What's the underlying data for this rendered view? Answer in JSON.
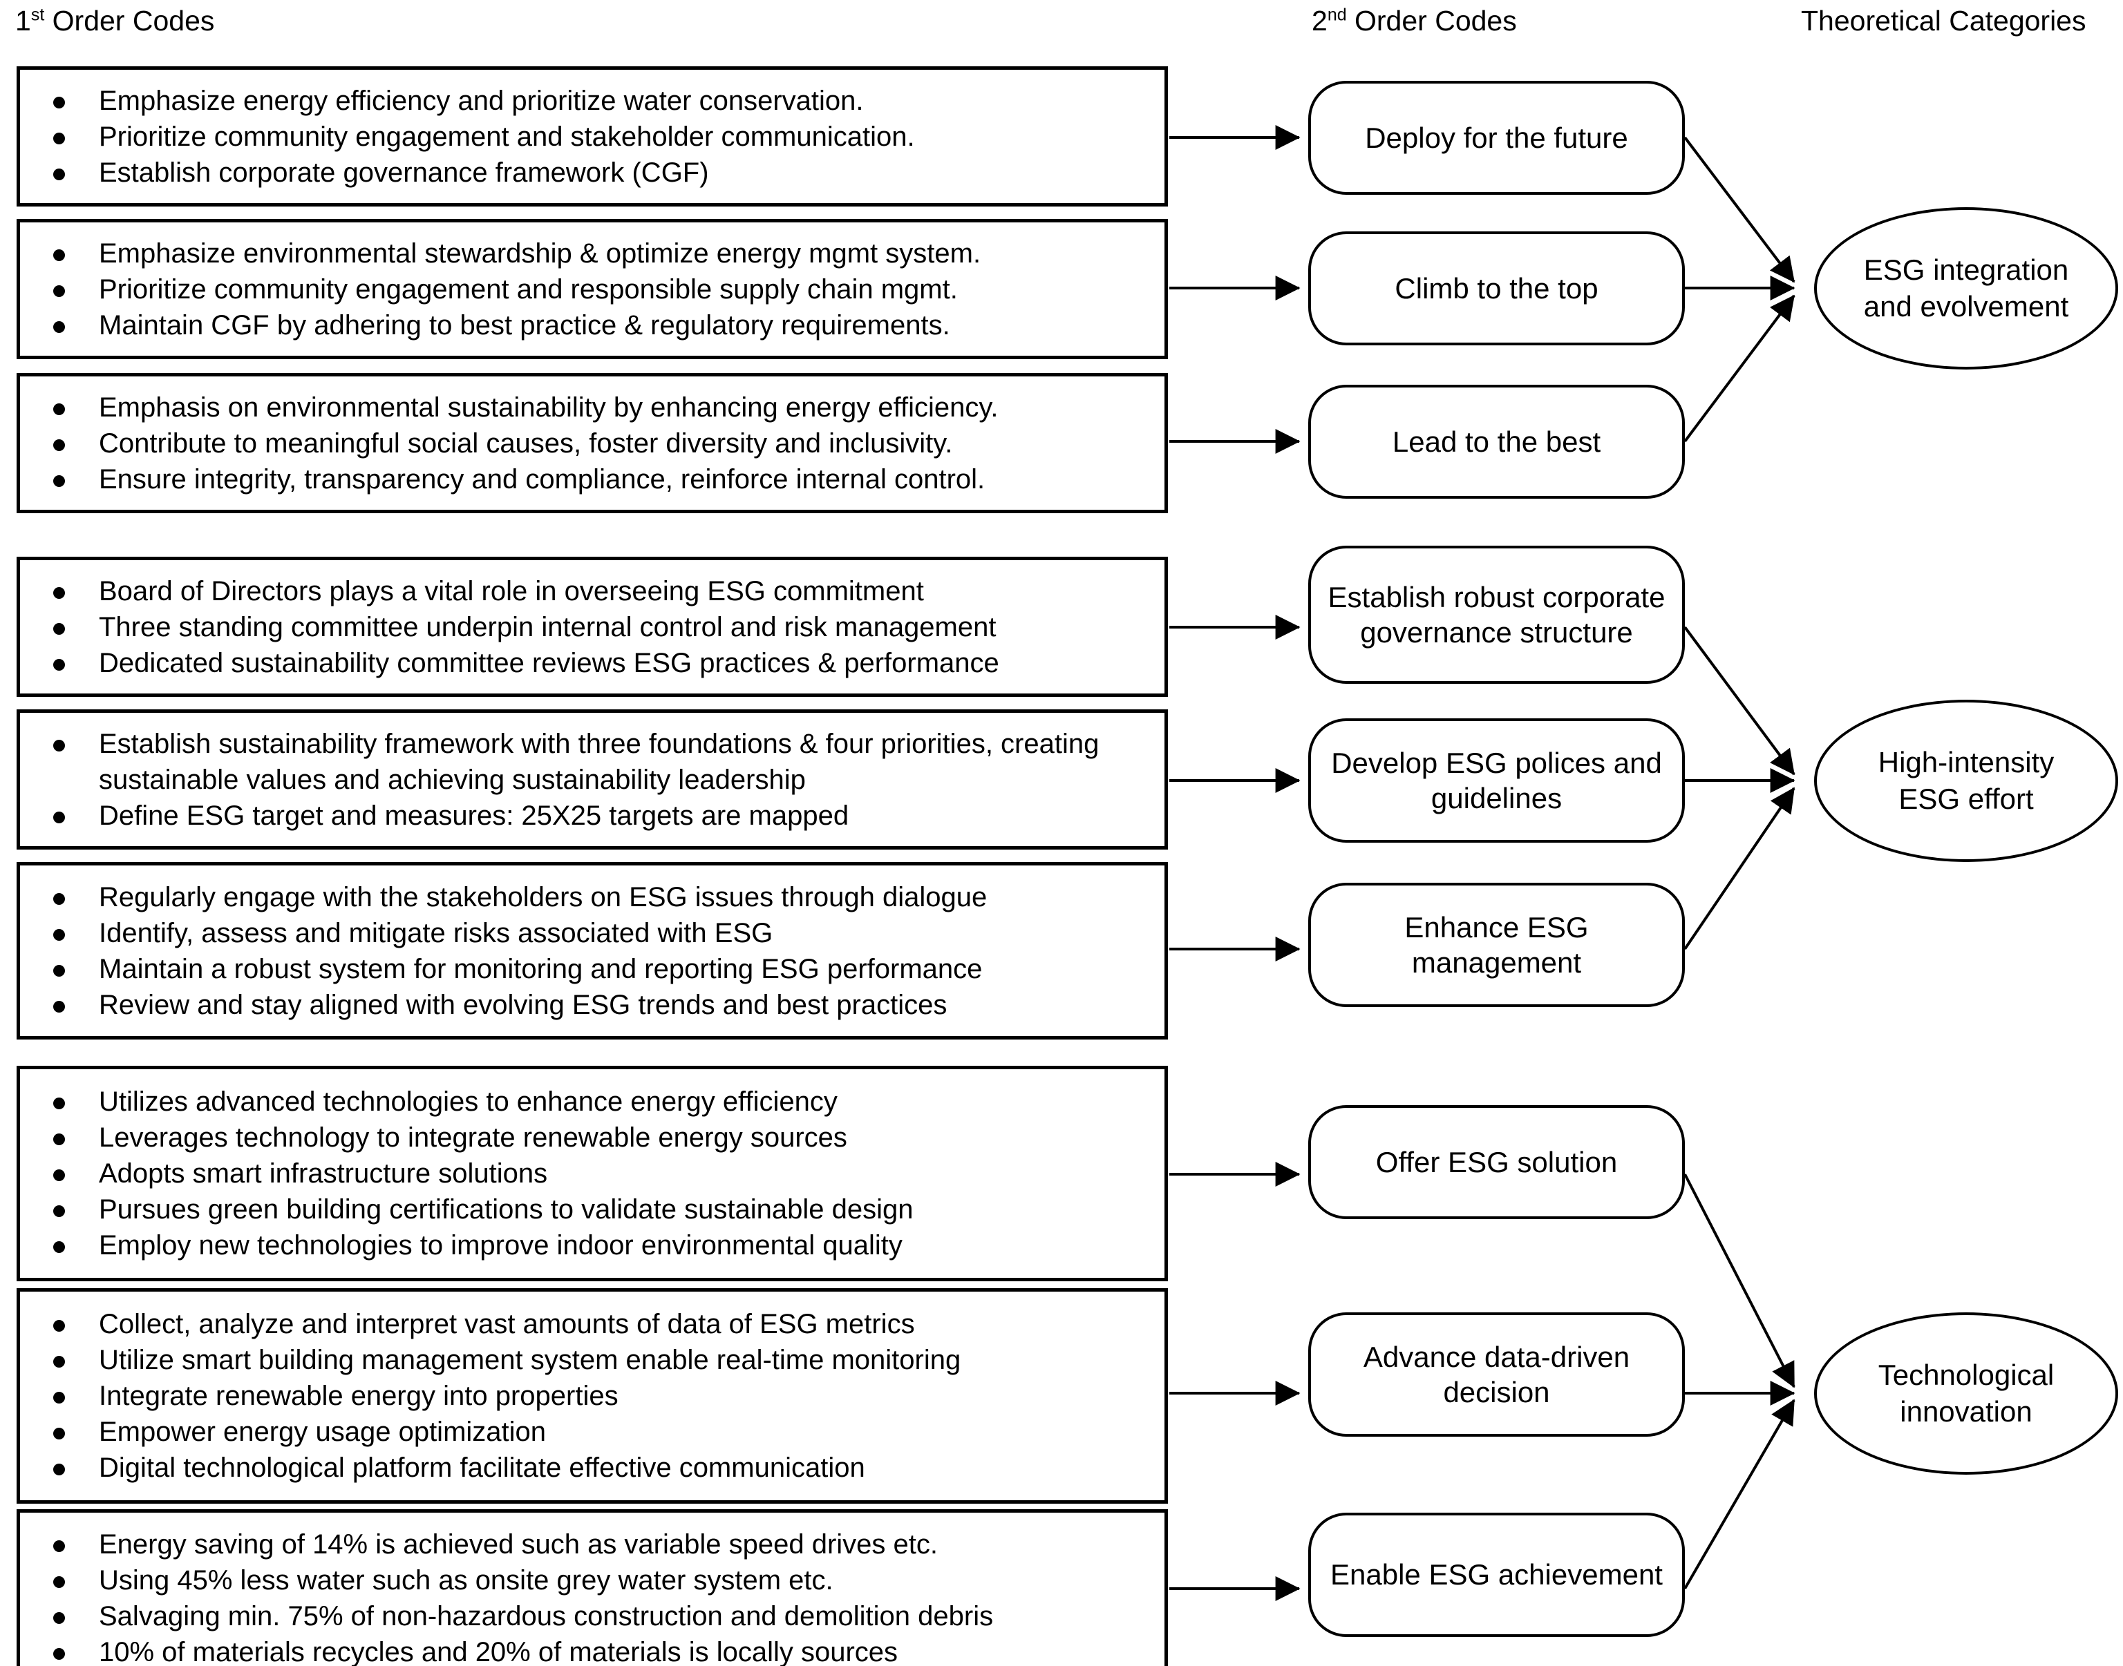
{
  "headers": {
    "first_order": {
      "prefix": "1",
      "sup": "st",
      "rest": " Order Codes"
    },
    "second_order": {
      "prefix": "2",
      "sup": "nd",
      "rest": " Order Codes"
    },
    "theoretical": "Theoretical Categories"
  },
  "colors": {
    "stroke": "#000000",
    "background": "#ffffff"
  },
  "first_order_boxes": [
    {
      "id": "fo-1",
      "items": [
        "Emphasize energy efficiency and prioritize water conservation.",
        "Prioritize community engagement and stakeholder communication.",
        "Establish corporate governance framework (CGF)"
      ]
    },
    {
      "id": "fo-2",
      "items": [
        "Emphasize environmental stewardship & optimize energy mgmt system.",
        "Prioritize community engagement and responsible supply chain mgmt.",
        "Maintain CGF by adhering to best practice & regulatory requirements."
      ]
    },
    {
      "id": "fo-3",
      "items": [
        "Emphasis on environmental sustainability by enhancing energy efficiency.",
        "Contribute to meaningful social causes, foster diversity and inclusivity.",
        "Ensure integrity, transparency and compliance, reinforce internal control."
      ]
    },
    {
      "id": "fo-4",
      "items": [
        "Board of Directors plays a vital role in overseeing ESG commitment",
        "Three standing committee underpin internal control and risk management",
        "Dedicated sustainability committee reviews ESG practices & performance"
      ]
    },
    {
      "id": "fo-5",
      "items": [
        "Establish sustainability framework with three foundations & four priorities, creating sustainable values and achieving sustainability leadership",
        "Define ESG target and measures: 25X25 targets are mapped"
      ]
    },
    {
      "id": "fo-6",
      "items": [
        "Regularly engage with the stakeholders on ESG issues through dialogue",
        "Identify, assess and mitigate risks associated with ESG",
        "Maintain a robust system for monitoring and reporting ESG performance",
        "Review and stay aligned with evolving ESG trends and best practices"
      ]
    },
    {
      "id": "fo-7",
      "items": [
        "Utilizes advanced technologies to enhance energy efficiency",
        "Leverages technology to integrate renewable energy sources",
        "Adopts smart infrastructure solutions",
        "Pursues green building certifications to validate sustainable design",
        "Employ new technologies  to improve  indoor environmental quality"
      ]
    },
    {
      "id": "fo-8",
      "items": [
        "Collect, analyze and interpret vast amounts of data of ESG metrics",
        "Utilize smart building management system enable real-time monitoring",
        "Integrate renewable energy into properties",
        "Empower energy usage optimization",
        "Digital technological platform facilitate effective communication"
      ]
    },
    {
      "id": "fo-9",
      "items": [
        "Energy saving of 14% is achieved such as variable speed drives etc.",
        "Using 45% less water such as onsite grey water system etc.",
        "Salvaging min. 75% of non-hazardous construction and demolition debris",
        "10% of materials recycles and 20% of materials is locally sources"
      ]
    }
  ],
  "second_order_boxes": [
    {
      "id": "so-1",
      "label": "Deploy for the future"
    },
    {
      "id": "so-2",
      "label": "Climb to the top"
    },
    {
      "id": "so-3",
      "label": "Lead to the best"
    },
    {
      "id": "so-4",
      "label": "Establish robust corporate governance structure"
    },
    {
      "id": "so-5",
      "label": "Develop ESG polices and guidelines"
    },
    {
      "id": "so-6",
      "label": "Enhance ESG management"
    },
    {
      "id": "so-7",
      "label": "Offer ESG solution"
    },
    {
      "id": "so-8",
      "label": "Advance data-driven decision"
    },
    {
      "id": "so-9",
      "label": "Enable ESG achievement"
    }
  ],
  "theoretical_categories": [
    {
      "id": "tc-1",
      "label": "ESG integration and evolvement"
    },
    {
      "id": "tc-2",
      "label": "High-intensity ESG effort"
    },
    {
      "id": "tc-3",
      "label": "Technological innovation"
    }
  ]
}
